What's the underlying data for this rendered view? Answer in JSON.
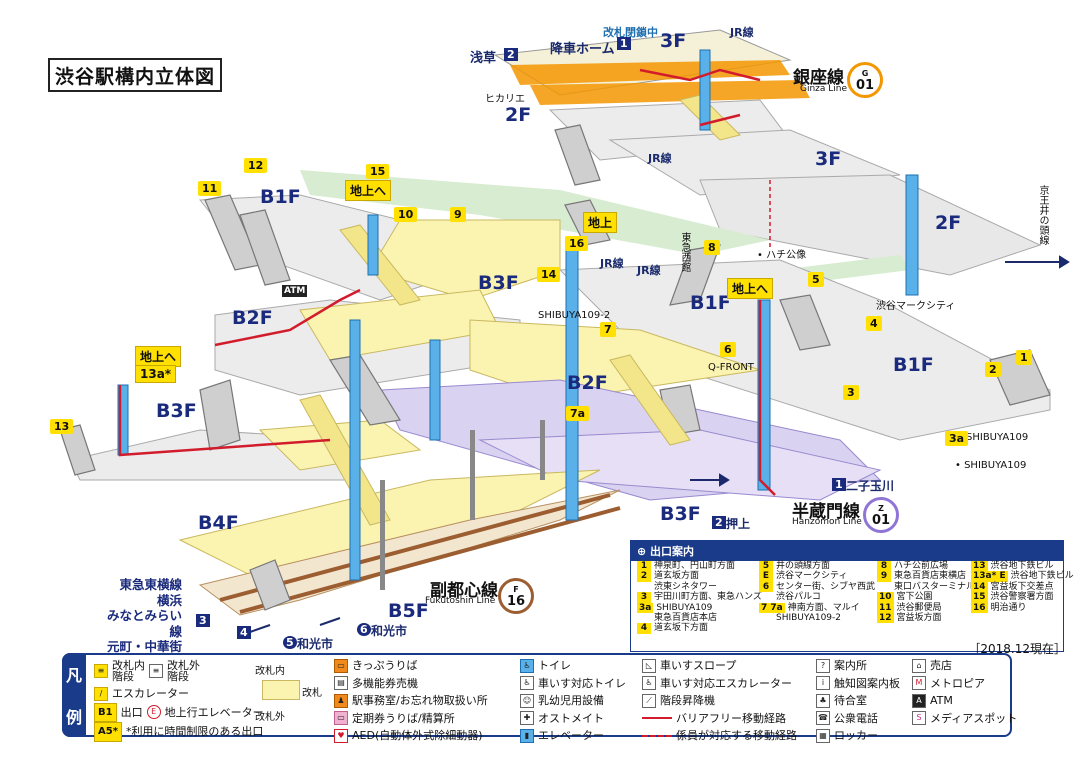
{
  "title": "渋谷駅構内立体図",
  "date_note": "［2018.12現在］",
  "floors": {
    "ginza_3f": "3F",
    "ginza_2f": "2F",
    "ginza_3f_b": "3F",
    "ginza_2f_b": "2F",
    "b1f_left": "B1F",
    "b2f_left": "B2F",
    "b3f_left": "B3F",
    "b4f": "B4F",
    "b3f_center": "B3F",
    "b1f_center": "B1F",
    "b2f_center": "B2F",
    "b1f_right": "B1F",
    "b3f_bottom": "B3F",
    "b5f": "B5F"
  },
  "lines": {
    "ginza": {
      "name": "銀座線",
      "sub": "Ginza Line",
      "letter": "G",
      "num": "01"
    },
    "hanzomon": {
      "name": "半蔵門線",
      "sub": "Hanzomon Line",
      "letter": "Z",
      "num": "01"
    },
    "fukutoshin": {
      "name": "副都心線",
      "sub": "Fukutoshin Line",
      "letter": "F",
      "num": "16"
    },
    "toyoko": [
      "東急東横線",
      "横浜",
      "みなとみらい線",
      "元町・中華街"
    ]
  },
  "top_labels": {
    "closed_gate": "改札閉鎖中",
    "alight_home": "降車ホーム",
    "alight_num": "1",
    "asakusa": "浅草",
    "asakusa_num": "2",
    "jr_top": "JR線",
    "hikarie": "ヒカリエ",
    "jr_mid": "JR線",
    "keio": "京王井の頭線"
  },
  "map_labels": {
    "chijo_left": "地上へ",
    "chijo_center": "地上",
    "chijo_right": "地上へ",
    "chijo_bottom_left": "地上へ",
    "exit_13a": "13a*",
    "jr_a": "JR線",
    "jr_b": "JR線",
    "tokyu_west": "東急西館",
    "hachiko": "• ハチ公像",
    "mark_city": "渋谷マークシティ",
    "shibuya109_2": "SHIBUYA109-2",
    "qfront": "Q-FRONT",
    "shibuya109_a": "SHIBUYA109",
    "shibuya109_b": "• SHIBUYA109",
    "futako": "二子玉川",
    "futako_num": "1",
    "oshiage": "押上",
    "oshiage_num": "2",
    "wakoshi_a": "和光市",
    "wakoshi_a_num": "5",
    "wakoshi_b": "和光市",
    "wakoshi_b_num": "6",
    "num3": "3",
    "num4": "4",
    "atm": "ATM"
  },
  "exit_numbers": {
    "e1": "1",
    "e2": "2",
    "e3": "3",
    "e4": "4",
    "e5": "5",
    "e6": "6",
    "e7": "7",
    "e7a": "7a",
    "e8": "8",
    "e9": "9",
    "e10": "10",
    "e11": "11",
    "e12": "12",
    "e13": "13",
    "e14": "14",
    "e15": "15",
    "e16": "16",
    "e3a": "3a"
  },
  "exit_guide": {
    "header": "⊕ 出口案内",
    "col1": [
      {
        "n": "1",
        "t": "神泉町、円山町方面"
      },
      {
        "n": "2",
        "t": "道玄坂方面"
      },
      {
        "n": "",
        "t": "渋東シネタワー"
      },
      {
        "n": "3",
        "t": "宇田川町方面、東急ハンズ"
      },
      {
        "n": "3a",
        "t": "SHIBUYA109"
      },
      {
        "n": "",
        "t": "東急百貨店本店"
      },
      {
        "n": "4",
        "t": "道玄坂下方面"
      }
    ],
    "col2": [
      {
        "n": "5",
        "t": "井の頭線方面"
      },
      {
        "n": "E",
        "t": "渋谷マークシティ"
      },
      {
        "n": "6",
        "t": "センター街、シブヤ西武"
      },
      {
        "n": "",
        "t": "渋谷パルコ"
      },
      {
        "n": "7 7a",
        "t": "神南方面、マルイ"
      },
      {
        "n": "",
        "t": "SHIBUYA109-2"
      }
    ],
    "col3": [
      {
        "n": "8",
        "t": "ハチ公前広場"
      },
      {
        "n": "9",
        "t": "東急百貨店東横店"
      },
      {
        "n": "",
        "t": "東口バスターミナル"
      },
      {
        "n": "10",
        "t": "宮下公園"
      },
      {
        "n": "11",
        "t": "渋谷郵便局"
      },
      {
        "n": "12",
        "t": "宮益坂方面"
      }
    ],
    "col4": [
      {
        "n": "13",
        "t": "渋谷地下鉄ビル"
      },
      {
        "n": "13a* E",
        "t": "渋谷地下鉄ビル"
      },
      {
        "n": "14",
        "t": "宮益坂下交差点"
      },
      {
        "n": "15",
        "t": "渋谷警察署方面"
      },
      {
        "n": "16",
        "t": "明治通り"
      }
    ]
  },
  "legend": {
    "tag_top": "凡",
    "tag_bottom": "例",
    "stairs_in": "改札内\n階段",
    "stairs_out": "改札外\n階段",
    "escalator": "エスカレーター",
    "gate_in": "改札内",
    "gate": "改札",
    "gate_out": "改札外",
    "b1_box": "B1",
    "exit": "出口",
    "e_box": "E",
    "elevator_up": "地上行エレベーター",
    "a5_box": "A5*",
    "time_limited": "*利用に時間制限のある出口",
    "ticket": "きっぷうりば",
    "multi": "多機能券売機",
    "office": "駅事務室/お忘れ物取扱い所",
    "pass": "定期券うりば/精算所",
    "aed": "AED(自動体外式除細動器)",
    "toilet": "トイレ",
    "wc_toilet": "車いす対応トイレ",
    "baby": "乳幼児用設備",
    "ostomate": "オストメイト",
    "elevator": "エレベーター",
    "slope": "車いすスロープ",
    "wc_esc": "車いす対応エスカレーター",
    "stair_lift": "階段昇降機",
    "barrier_free": "バリアフリー移動経路",
    "staff_route": "係員が対応する移動経路",
    "info": "案内所",
    "tactile": "触知図案内板",
    "waiting": "待合室",
    "phone": "公衆電話",
    "locker": "ロッカー",
    "shop": "売店",
    "metropia": "メトロピア",
    "atm": "ATM",
    "media": "メディアスポット"
  },
  "colors": {
    "ginza": "#f39700",
    "hanzomon": "#8f76d6",
    "fukutoshin": "#9c5e31",
    "floor": "#ececec",
    "gate_area": "#fbf3b0",
    "elevator": "#5ab0e8",
    "route": "#d21c2c",
    "green_path": "#d7ecd0",
    "lavender": "#d9d2f0"
  }
}
